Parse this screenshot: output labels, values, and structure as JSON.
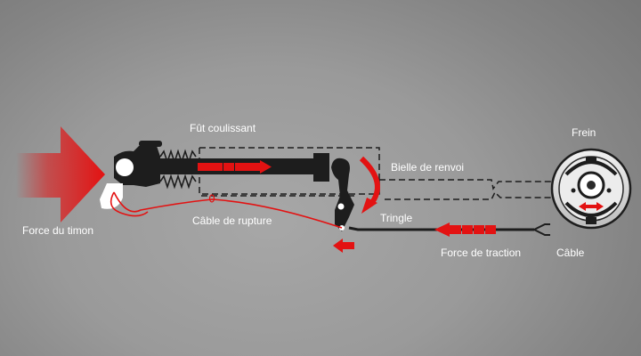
{
  "labels": {
    "fut_coulissant": "Fût coulissant",
    "frein": "Frein",
    "bielle_de_renvoi": "Bielle de renvoi",
    "tringle": "Tringle",
    "force_du_timon": "Force du timon",
    "cable_de_rupture": "Câble de rupture",
    "force_de_traction": "Force de traction",
    "cable": "Câble"
  },
  "colors": {
    "force_arrow": "#e31212",
    "mechanism": "#1d1d1d",
    "breakaway_cable": "#e31212",
    "label_text": "#ffffff"
  }
}
